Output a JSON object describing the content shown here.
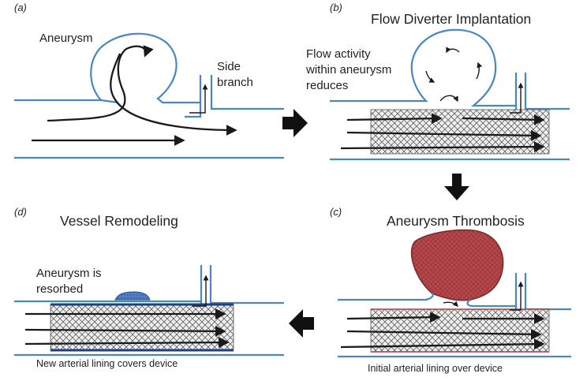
{
  "panels": {
    "a": {
      "letter": "(a)",
      "aneurysm": "Aneurysm",
      "side_branch": [
        "Side",
        "branch"
      ]
    },
    "b": {
      "letter": "(b)",
      "title": "Flow Diverter Implantation",
      "note": [
        "Flow activity",
        "within aneurysm",
        "reduces"
      ]
    },
    "c": {
      "letter": "(c)",
      "title": "Aneurysm Thrombosis",
      "caption": "Initial arterial lining over device"
    },
    "d": {
      "letter": "(d)",
      "title": "Vessel Remodeling",
      "note": [
        "Aneurysm is",
        "resorbed"
      ],
      "caption": "New arterial lining covers device"
    }
  },
  "colors": {
    "vessel_wall": "#4a86c5",
    "thrombus": "#b5484b",
    "lining_red": "#b03a3a",
    "lining_dark": "#1f3f7a",
    "flow_arrow": "#1a1a1a",
    "step_arrow": "#111111"
  },
  "icons": [
    "arrow-right-icon",
    "arrow-down-icon",
    "arrow-left-icon"
  ]
}
